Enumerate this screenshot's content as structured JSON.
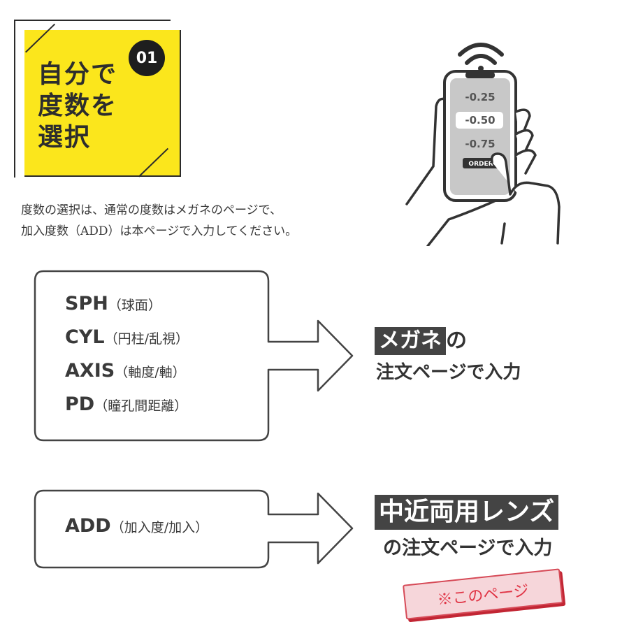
{
  "title_badge": {
    "lines": [
      "自分で",
      "度数を",
      "選択"
    ],
    "step_number": "01",
    "accent_color": "#fbe61c"
  },
  "description": {
    "line1": "度数の選択は、通常の度数はメガネのページで、",
    "line2": "加入度数（ADD）は本ページで入力してください。"
  },
  "phone": {
    "values": [
      "-0.25",
      "-0.50",
      "-0.75"
    ],
    "selected": "-0.50",
    "button": "ORDER",
    "icons": [
      "wifi-signal-icon",
      "smartphone-icon",
      "hand-icon"
    ]
  },
  "glasses_params": {
    "items": [
      {
        "key": "SPH",
        "desc": "（球面）"
      },
      {
        "key": "CYL",
        "desc": "（円柱/乱視）"
      },
      {
        "key": "AXIS",
        "desc": "（軸度/軸）"
      },
      {
        "key": "PD",
        "desc": "（瞳孔間距離）"
      }
    ],
    "target_highlight": "メガネ",
    "target_suffix": "の",
    "target_line2": "注文ページで入力"
  },
  "add_params": {
    "key": "ADD",
    "desc": "（加入度/加入）",
    "target_highlight": "中近両用レンズ",
    "target_line2": "の注文ページで入力",
    "stamp": "※このページ",
    "stamp_color": "#e03445"
  }
}
